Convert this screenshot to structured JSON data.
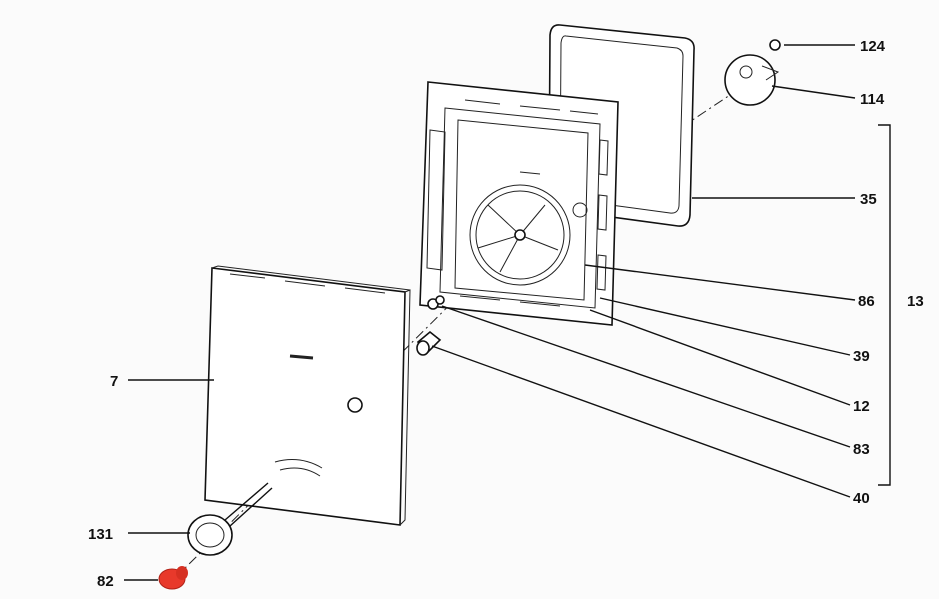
{
  "diagram": {
    "type": "exploded-parts-view",
    "highlight_color": "#e8392b",
    "labels": [
      {
        "id": "p124",
        "text": "124"
      },
      {
        "id": "p114",
        "text": "114"
      },
      {
        "id": "p35",
        "text": "35"
      },
      {
        "id": "p86",
        "text": "86"
      },
      {
        "id": "p13",
        "text": "13"
      },
      {
        "id": "p39",
        "text": "39"
      },
      {
        "id": "p12",
        "text": "12"
      },
      {
        "id": "p83",
        "text": "83"
      },
      {
        "id": "p40",
        "text": "40"
      },
      {
        "id": "p7",
        "text": "7"
      },
      {
        "id": "p131",
        "text": "131"
      },
      {
        "id": "p82",
        "text": "82"
      }
    ]
  }
}
